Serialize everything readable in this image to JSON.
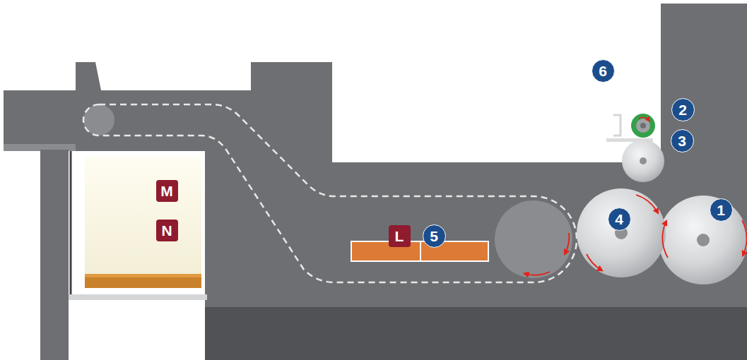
{
  "diagram": {
    "labels": [
      "6",
      "2",
      "3",
      "M",
      "1",
      "4",
      "N",
      "L",
      "5"
    ]
  }
}
